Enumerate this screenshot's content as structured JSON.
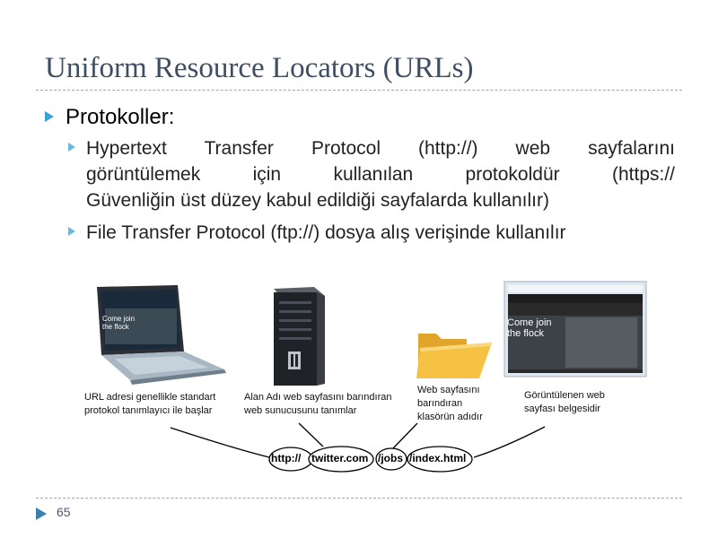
{
  "slide": {
    "title": "Uniform Resource Locators (URLs)",
    "bullet1": "Protokoller:",
    "sub1_lines": [
      "Hypertext Transfer Protocol (http://) web sayfalarını",
      "görüntülemek için kullanılan protokoldür (https://",
      "Güvenliğin üst düzey kabul edildiği sayfalarda kullanılır)"
    ],
    "sub2": "File Transfer Protocol (ftp://) dosya alış verişinde kullanılır",
    "page_number": "65"
  },
  "illustration": {
    "laptop_caption": [
      "URL adresi genellikle standart",
      "protokol tanımlayıcı ile başlar"
    ],
    "server_caption": [
      "Alan Adı web sayfasını barındıran",
      "web sunucusunu tanımlar"
    ],
    "folder_caption": [
      "Web sayfasını",
      "barındıran",
      "klasörün adıdır"
    ],
    "page_caption": [
      "Görüntülenen web",
      "sayfası belgesidir"
    ],
    "screen_text": [
      "Come join",
      "the flock"
    ],
    "url_parts": [
      "http://",
      "twitter.com",
      "/jobs",
      "/index.html"
    ]
  },
  "colors": {
    "title": "#3d4d63",
    "bullet": "#36a3d9",
    "sub_bullet": "#6fb8dc",
    "folder": "#f6c243"
  }
}
